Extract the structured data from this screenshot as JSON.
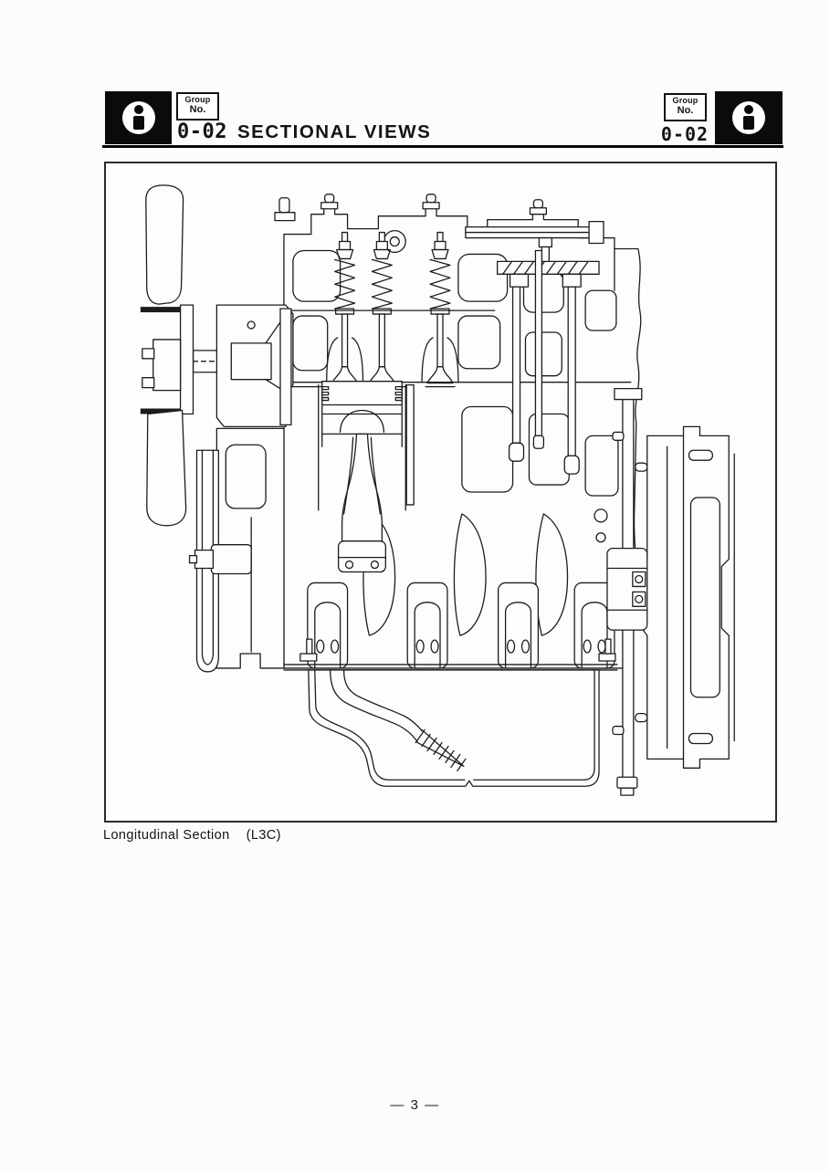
{
  "header_left": {
    "group_label_line1": "Group",
    "group_label_line2": "No.",
    "code": "0-02",
    "title": "SECTIONAL VIEWS"
  },
  "header_right": {
    "group_label_line1": "Group",
    "group_label_line2": "No.",
    "group_value": "0-02"
  },
  "icons": {
    "header_left_icon": "info-icon",
    "header_right_icon": "info-icon"
  },
  "figure": {
    "caption": "Longitudinal Section",
    "variant": "(L3C)"
  },
  "footer": {
    "page_number": "— 3 —"
  },
  "colors": {
    "paper": "#fcfcfa",
    "ink": "#1c1c1c",
    "header_block": "#0b0b0b"
  }
}
